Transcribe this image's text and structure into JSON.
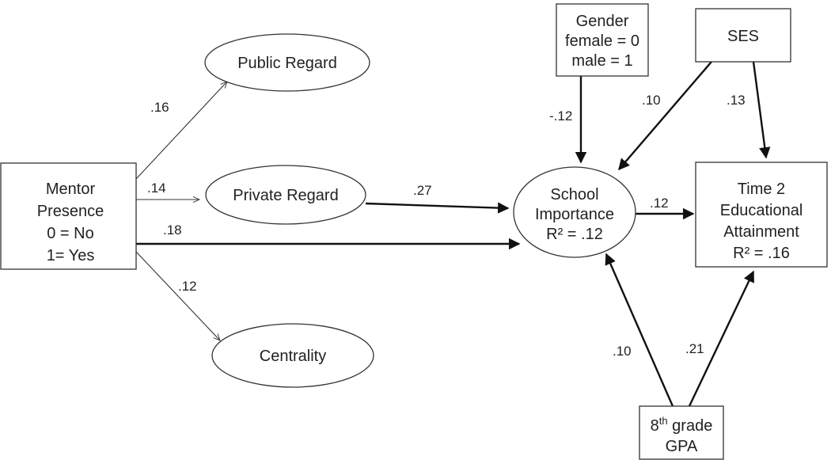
{
  "nodes": {
    "mentor": {
      "lines": [
        "Mentor",
        "Presence",
        "0 = No",
        "1= Yes"
      ]
    },
    "public_regard": {
      "lines": [
        "Public Regard"
      ]
    },
    "private_regard": {
      "lines": [
        "Private Regard"
      ]
    },
    "centrality": {
      "lines": [
        "Centrality"
      ]
    },
    "gender": {
      "lines": [
        "Gender",
        "female = 0",
        "male = 1"
      ]
    },
    "ses": {
      "lines": [
        "SES"
      ]
    },
    "school_importance": {
      "lines": [
        "School",
        "Importance",
        "R² = .12"
      ]
    },
    "attainment": {
      "lines": [
        "Time 2",
        "Educational",
        "Attainment",
        "R² = .16"
      ]
    },
    "gpa": {
      "base": "8",
      "sup": "th",
      "line1_rest": " grade",
      "line2": "GPA"
    }
  },
  "paths": {
    "mentor_public": ".16",
    "mentor_private": ".14",
    "mentor_school": ".18",
    "mentor_centrality": ".12",
    "private_school": ".27",
    "gender_school": "-.12",
    "ses_school": ".10",
    "ses_attainment": ".13",
    "school_attainment": ".12",
    "gpa_school": ".10",
    "gpa_attainment": ".21"
  }
}
